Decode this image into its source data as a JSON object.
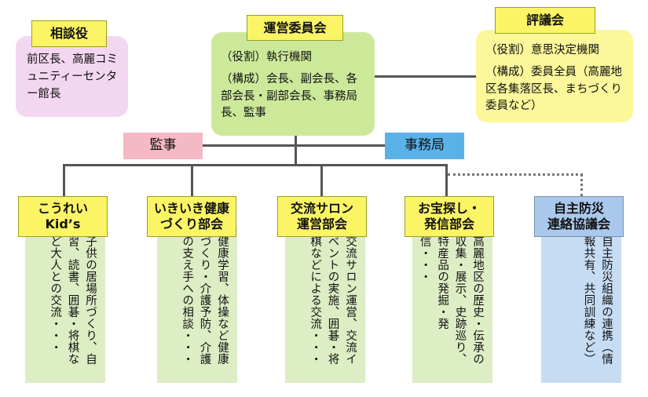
{
  "advisor": {
    "title": "相談役",
    "body": "前区長、高麗コミュニティーセンター館長"
  },
  "steering": {
    "title": "運営委員会",
    "role": "（役割）執行機関",
    "composition": "（構成）会長、副会長、各部会長・副部会長、事務局長、監事"
  },
  "council": {
    "title": "評議会",
    "role": "（役割）意思決定機関",
    "composition": "（構成）委員全員（高麗地区各集落区長、まちづくり委員など）"
  },
  "auditor": {
    "label": "監事"
  },
  "secretariat": {
    "label": "事務局"
  },
  "divisions": [
    {
      "title": "こうれい\nKid’s",
      "desc": "子供の居場所づくり、自習、読書、囲碁・将棋など大人との交流・・・"
    },
    {
      "title": "いきいき健康\nづくり部会",
      "desc": "健康学習、体操など健康づくり・介護予防、介護の支え手への相談・・・"
    },
    {
      "title": "交流サロン\n運営部会",
      "desc": "交流サロン運営、交流イベントの実施、囲碁・将棋などによる交流・・・"
    },
    {
      "title": "お宝探し・\n発信部会",
      "desc": "高麗地区の歴史・伝承の収集・展示、史跡巡り、特産品の発掘・発信・・・"
    },
    {
      "title": "自主防災\n連絡協議会",
      "desc": "自主防災組織の連携（情報共有、共同訓練など）"
    }
  ],
  "colors": {
    "title_yellow": "#fbf566",
    "advisor_panel": "#f3d7f0",
    "steering_panel": "#cce99a",
    "council_panel": "#fbf79a",
    "auditor": "#f4b9c4",
    "secretariat": "#5ab1e8",
    "division_column": "#ddedc4",
    "bosai_title": "#a9c8ec",
    "bosai_column": "#c6dcf3"
  }
}
